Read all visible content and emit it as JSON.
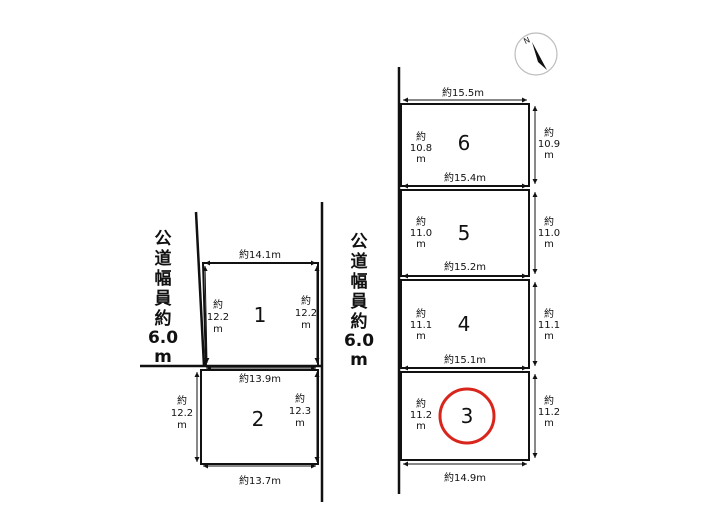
{
  "road_label_left": {
    "chars": [
      "公",
      "道",
      "幅",
      "員",
      "約"
    ],
    "value": "6.0",
    "unit": "m"
  },
  "road_label_right": {
    "chars": [
      "公",
      "道",
      "幅",
      "員",
      "約"
    ],
    "value": "6.0",
    "unit": "m"
  },
  "compass": {
    "letter": "N"
  },
  "lots": [
    {
      "number": "1",
      "top_width": "約14.1m",
      "bottom_width": "約13.9m",
      "left_depth": [
        "約",
        "12.2",
        "m"
      ],
      "right_depth": [
        "約",
        "12.2",
        "m"
      ]
    },
    {
      "number": "2",
      "bottom_width": "約13.7m",
      "left_depth": [
        "約",
        "12.2",
        "m"
      ],
      "right_depth": [
        "約",
        "12.3",
        "m"
      ]
    },
    {
      "number": "6",
      "top_width": "約15.5m",
      "bottom_width": "約15.4m",
      "left_depth": [
        "約",
        "10.8",
        "m"
      ],
      "right_depth": [
        "約",
        "10.9",
        "m"
      ]
    },
    {
      "number": "5",
      "bottom_width": "約15.2m",
      "left_depth": [
        "約",
        "11.0",
        "m"
      ],
      "right_depth": [
        "約",
        "11.0",
        "m"
      ]
    },
    {
      "number": "4",
      "bottom_width": "約15.1m",
      "left_depth": [
        "約",
        "11.1",
        "m"
      ],
      "right_depth": [
        "約",
        "11.1",
        "m"
      ]
    },
    {
      "number": "3",
      "bottom_width": "約14.9m",
      "highlighted": true,
      "highlight_color": "#d9261c",
      "left_depth": [
        "約",
        "11.2",
        "m"
      ],
      "right_depth": [
        "約",
        "11.2",
        "m"
      ]
    }
  ]
}
